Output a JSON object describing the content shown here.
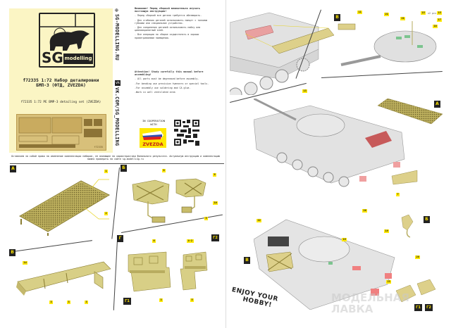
{
  "cover": {
    "logo_monogram": "SG",
    "logo_brand": "SG",
    "logo_sub": "modelling",
    "title_line1": "f72335 1:72 Набор деталировки",
    "title_line2": "БМП-3 (ФТД, ZVEZDA)",
    "subtitle": "f72335 1:72 PE BMP-3 detailing set (ZVEZDA)",
    "fret_mark": "f72335"
  },
  "vertical_links": {
    "website": "SG-MODELLING.RU",
    "vk": "VK.COM/SG_MODELLING",
    "website_icon": "globe-icon",
    "vk_icon": "vk-icon"
  },
  "instructions_ru": {
    "heading": "Внимание! Перед сборкой внимательно изучить настоящую инструкцию!",
    "items": [
      "- Перед сборкой все детали требуется обезжирить.",
      "- Для сгибания деталей использовать пинцет с тонкими губками или специальное устройство.",
      "- Для соединения деталей использовать пайку или цианоакрилатный клей.",
      "- Все операции по сборке осуществлять в хорошо проветриваемом помещении."
    ]
  },
  "instructions_en": {
    "heading": "Attention! Study carefully this manual before assembling!",
    "items": [
      "- All parts must be degreased before assembly.",
      "-For bending use precision tweezers or special tools.",
      "-For assembly use soldering and CA glue.",
      "-Work in well ventilated area"
    ]
  },
  "cooperation": {
    "label": "IN COOPERATION WITH",
    "partner": "ZVEZDA"
  },
  "footnote": "Оставляем за собой право на изменение комплектации наборов, не влияющее на характеристики финального результата. Актуальную инструкцию и комплектацию можно проверить на сайте sg-modelling.ru",
  "steps": {
    "A": {
      "badge": "А",
      "labels": [
        "1",
        "2"
      ]
    },
    "B": {
      "badge": "Б",
      "labels": [
        "8",
        "9",
        "10",
        "9"
      ]
    },
    "V": {
      "badge": "В",
      "labels": [
        "14",
        "3",
        "3",
        "3"
      ]
    },
    "G": {
      "badge": "Г",
      "labels": [
        "6",
        "4-2",
        "3",
        "5"
      ],
      "g1": "Г1",
      "g2": "Г2"
    }
  },
  "right_page": {
    "turret_labels": [
      "11",
      "21",
      "21",
      "15",
      "15",
      "17",
      "18"
    ],
    "turret_note": "x2 pcs",
    "badge_B": "В",
    "badge_A": "А",
    "hull_labels": [
      "13",
      "7"
    ],
    "bottom_labels": [
      "26",
      "22",
      "19",
      "19",
      "20",
      "23"
    ],
    "badge_B2": "Б",
    "badge_V2": "В",
    "g1": "Г1",
    "g2": "Г2",
    "enjoy_line1": "ENJOY YOUR",
    "enjoy_line2": "HOBBY!",
    "watermark_line1": "МОДЕЛЬНАЯ",
    "watermark_line2": "ЛАВКА"
  }
}
